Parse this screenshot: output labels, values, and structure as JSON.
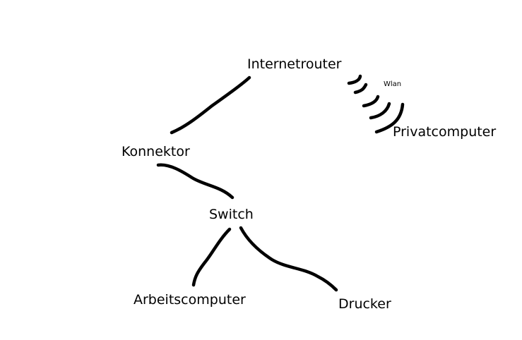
{
  "nodes": {
    "internetrouter": "Internetrouter",
    "wlan": "Wlan",
    "privatcomputer": "Privatcomputer",
    "konnektor": "Konnektor",
    "switch": "Switch",
    "arbeitscomputer": "Arbeitscomputer",
    "drucker": "Drucker"
  }
}
